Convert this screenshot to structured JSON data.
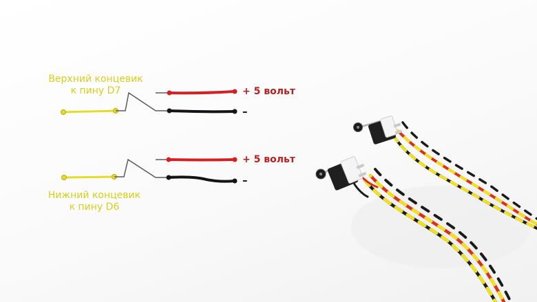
{
  "diagram": {
    "top_switch": {
      "label_line1": "Верхний концевик",
      "label_line2": "к пину D7",
      "plus_label": "+ 5 вольт",
      "minus_label": "–"
    },
    "bottom_switch": {
      "label_line1": "Нижний концевик",
      "label_line2": "к пину D6",
      "plus_label": "+ 5 вольт",
      "minus_label": "–"
    },
    "colors": {
      "signal_wire": "#e3dc2a",
      "plus_wire": "#d42020",
      "ground_wire": "#141414",
      "switch_lever": "#555555",
      "label_yellow": "#d6cf1c",
      "label_red": "#b81f1f"
    }
  },
  "photo": {
    "subject": "two microswitch limit switches with twisted three-wire cables",
    "wire_colors": [
      "#f2e21c",
      "#d8301c",
      "#1a1a1a"
    ]
  }
}
